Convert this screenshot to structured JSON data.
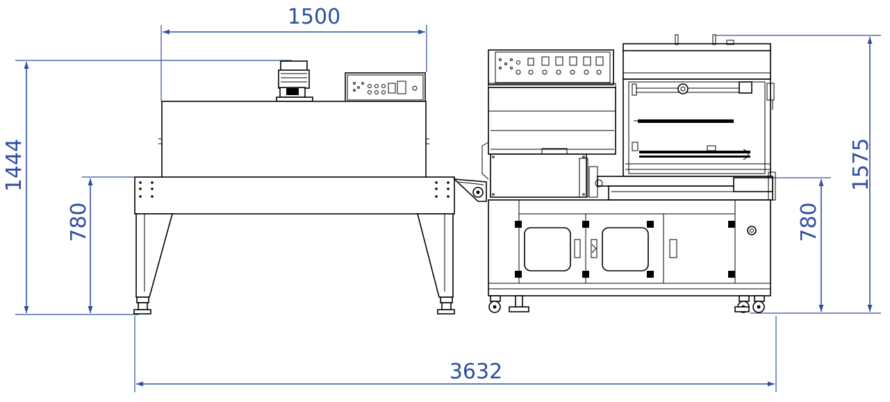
{
  "dimensions": {
    "top_width": "1500",
    "total_width": "3632",
    "left_height_total": "1444",
    "left_height_table": "780",
    "right_height_table": "780",
    "right_height_total": "1575"
  },
  "colors": {
    "dimension": "#2d4f9e",
    "line": "#000000",
    "background": "#ffffff"
  }
}
